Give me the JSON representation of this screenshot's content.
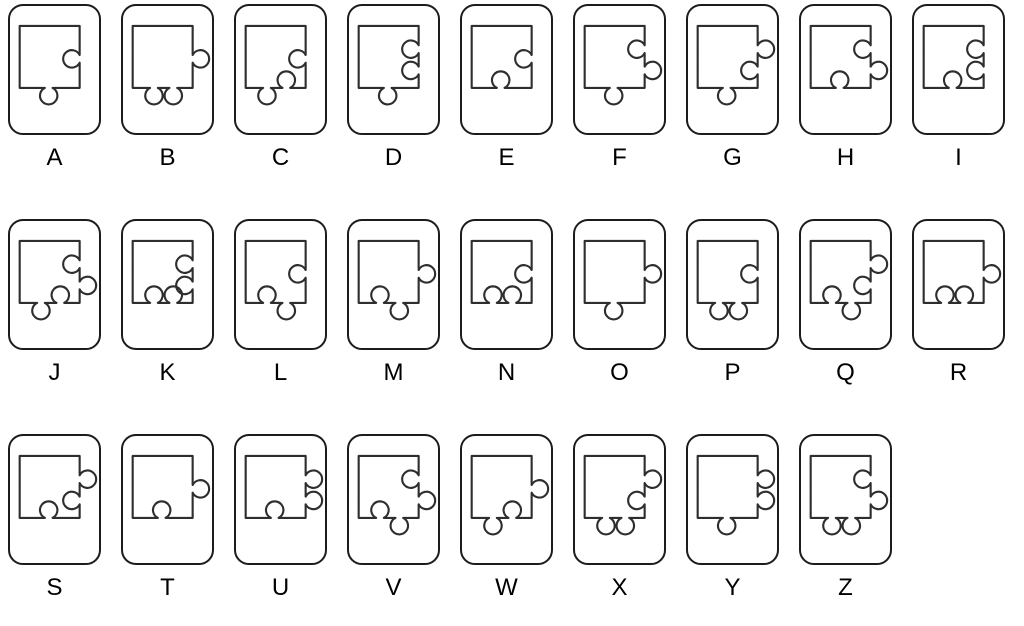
{
  "title": "puzzle-piece-options-sheet",
  "row_sizes": [
    9,
    9,
    8
  ],
  "colors": {
    "background": "#ffffff",
    "card_border": "#1c1c1c",
    "piece_stroke": "#2e2e2e",
    "label_text": "#000000"
  },
  "pieces": [
    {
      "letter": "A",
      "right_edge": [
        "blank"
      ],
      "bottom_edge": [
        "tab"
      ]
    },
    {
      "letter": "B",
      "right_edge": [
        "tab"
      ],
      "bottom_edge": [
        "tab",
        "tab"
      ]
    },
    {
      "letter": "C",
      "right_edge": [
        "blank"
      ],
      "bottom_edge": [
        "tab",
        "blank"
      ]
    },
    {
      "letter": "D",
      "right_edge": [
        "blank",
        "blank"
      ],
      "bottom_edge": [
        "tab"
      ]
    },
    {
      "letter": "E",
      "right_edge": [
        "blank"
      ],
      "bottom_edge": [
        "blank"
      ]
    },
    {
      "letter": "F",
      "right_edge": [
        "blank",
        "tab"
      ],
      "bottom_edge": [
        "tab"
      ]
    },
    {
      "letter": "G",
      "right_edge": [
        "tab",
        "blank"
      ],
      "bottom_edge": [
        "tab"
      ]
    },
    {
      "letter": "H",
      "right_edge": [
        "blank",
        "tab"
      ],
      "bottom_edge": [
        "blank"
      ]
    },
    {
      "letter": "I",
      "right_edge": [
        "blank",
        "blank"
      ],
      "bottom_edge": [
        "blank"
      ]
    },
    {
      "letter": "J",
      "right_edge": [
        "blank",
        "tab"
      ],
      "bottom_edge": [
        "tab",
        "blank"
      ]
    },
    {
      "letter": "K",
      "right_edge": [
        "blank",
        "blank"
      ],
      "bottom_edge": [
        "blank",
        "blank"
      ]
    },
    {
      "letter": "L",
      "right_edge": [
        "blank"
      ],
      "bottom_edge": [
        "blank",
        "tab"
      ]
    },
    {
      "letter": "M",
      "right_edge": [
        "tab"
      ],
      "bottom_edge": [
        "blank",
        "tab"
      ]
    },
    {
      "letter": "N",
      "right_edge": [
        "blank"
      ],
      "bottom_edge": [
        "blank",
        "blank"
      ]
    },
    {
      "letter": "O",
      "right_edge": [
        "tab"
      ],
      "bottom_edge": [
        "tab"
      ]
    },
    {
      "letter": "P",
      "right_edge": [
        "blank"
      ],
      "bottom_edge": [
        "tab",
        "tab"
      ]
    },
    {
      "letter": "Q",
      "right_edge": [
        "tab",
        "blank"
      ],
      "bottom_edge": [
        "blank",
        "tab"
      ]
    },
    {
      "letter": "R",
      "right_edge": [
        "tab"
      ],
      "bottom_edge": [
        "blank",
        "blank"
      ]
    },
    {
      "letter": "S",
      "right_edge": [
        "tab",
        "blank"
      ],
      "bottom_edge": [
        "blank"
      ]
    },
    {
      "letter": "T",
      "right_edge": [
        "tab"
      ],
      "bottom_edge": [
        "blank"
      ]
    },
    {
      "letter": "U",
      "right_edge": [
        "tab",
        "tab"
      ],
      "bottom_edge": [
        "blank"
      ]
    },
    {
      "letter": "V",
      "right_edge": [
        "blank",
        "tab"
      ],
      "bottom_edge": [
        "blank",
        "tab"
      ]
    },
    {
      "letter": "W",
      "right_edge": [
        "tab"
      ],
      "bottom_edge": [
        "tab",
        "blank"
      ]
    },
    {
      "letter": "X",
      "right_edge": [
        "tab",
        "blank"
      ],
      "bottom_edge": [
        "tab",
        "tab"
      ]
    },
    {
      "letter": "Y",
      "right_edge": [
        "tab",
        "tab"
      ],
      "bottom_edge": [
        "tab"
      ]
    },
    {
      "letter": "Z",
      "right_edge": [
        "blank",
        "tab"
      ],
      "bottom_edge": [
        "tab",
        "tab"
      ]
    }
  ]
}
